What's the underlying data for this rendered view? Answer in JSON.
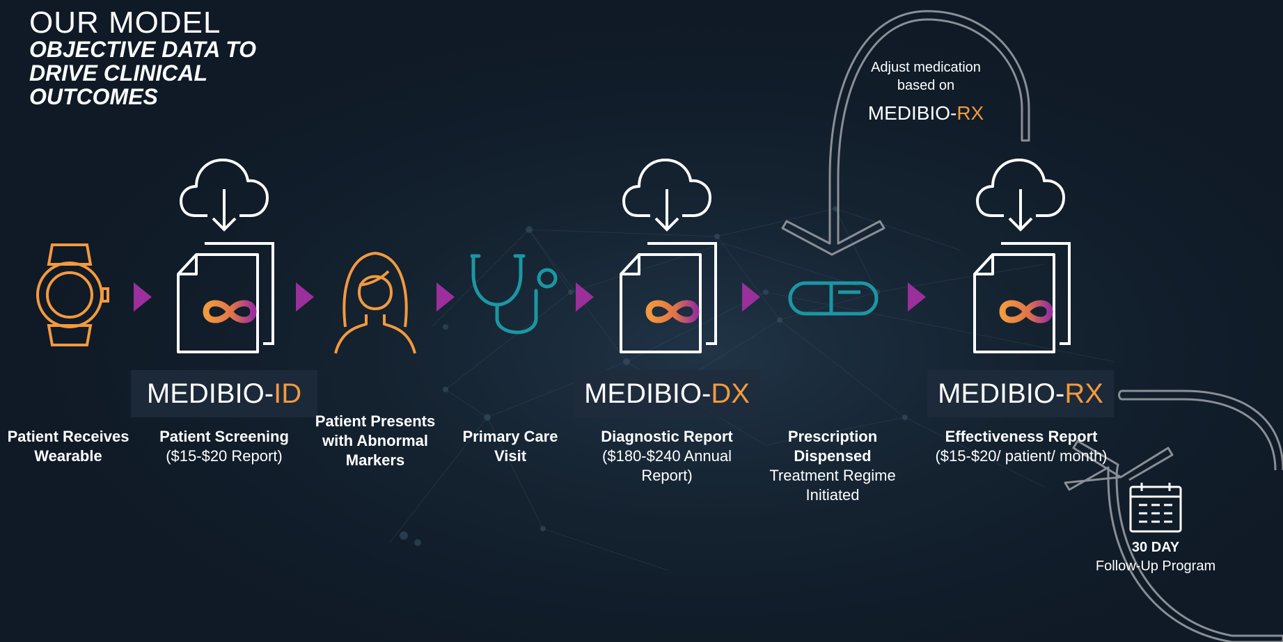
{
  "title": {
    "line1": "OUR MODEL",
    "line2": "OBJECTIVE DATA TO DRIVE CLINICAL OUTCOMES"
  },
  "colors": {
    "background": "#0f1a26",
    "orange": "#f39a3e",
    "teal": "#1b97a3",
    "purple": "#9b2f9c",
    "white": "#ffffff",
    "loop_gray": "#8a8f96"
  },
  "icons": [
    "watch-icon",
    "cloud-download-icon",
    "document-infinity-icon",
    "patient-icon",
    "stethoscope-icon",
    "pill-icon",
    "calendar-icon",
    "play-arrow-icon"
  ],
  "products": {
    "id": {
      "prefix": "MEDIBIO-",
      "suffix": "ID"
    },
    "dx": {
      "prefix": "MEDIBIO-",
      "suffix": "DX"
    },
    "rx": {
      "prefix": "MEDIBIO-",
      "suffix": "RX"
    }
  },
  "steps": [
    {
      "bold": "Patient Receives Wearable",
      "detail": ""
    },
    {
      "bold": "Patient Screening",
      "detail": "($15-$20 Report)"
    },
    {
      "bold": "Patient Presents with Abnormal Markers",
      "detail": ""
    },
    {
      "bold": "Primary Care Visit",
      "detail": ""
    },
    {
      "bold": "Diagnostic Report",
      "detail": "($180-$240 Annual Report)"
    },
    {
      "bold": "Prescription Dispensed",
      "detail": "Treatment Regime Initiated"
    },
    {
      "bold": "Effectiveness Report",
      "detail": "($15-$20/ patient/ month)"
    }
  ],
  "adjust": {
    "line1": "Adjust medication",
    "line2": "based on",
    "product_prefix": "MEDIBIO-",
    "product_suffix": "RX"
  },
  "followup": {
    "bold": "30 DAY",
    "detail": "Follow-Up Program"
  }
}
